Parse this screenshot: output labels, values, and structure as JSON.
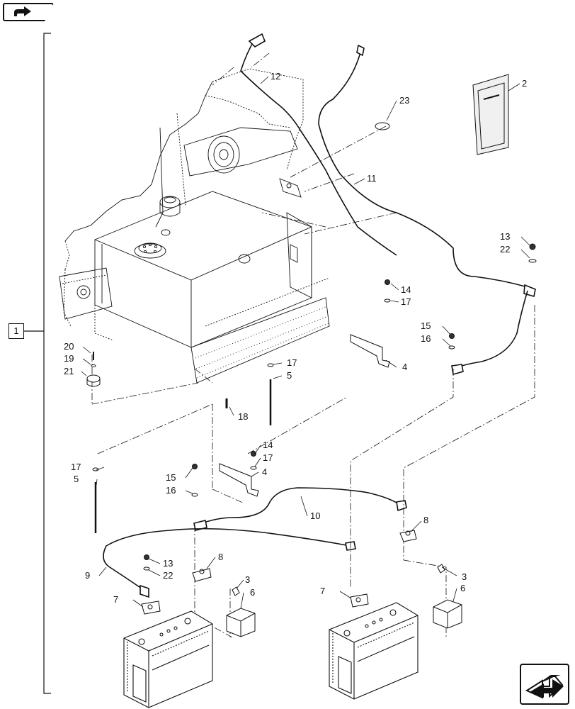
{
  "navigation": {
    "top_icon": "navigation-arrow-icon",
    "bottom_icon": "next-page-arrow-icon"
  },
  "assembly_label": "1",
  "callouts": [
    "2",
    "3",
    "3",
    "4",
    "4",
    "5",
    "5",
    "6",
    "6",
    "7",
    "7",
    "8",
    "8",
    "9",
    "10",
    "11",
    "12",
    "13",
    "13",
    "14",
    "14",
    "15",
    "15",
    "16",
    "16",
    "17",
    "17",
    "17",
    "17",
    "18",
    "19",
    "20",
    "21",
    "22",
    "22",
    "23"
  ],
  "colors": {
    "line": "#111111",
    "background": "#ffffff"
  }
}
